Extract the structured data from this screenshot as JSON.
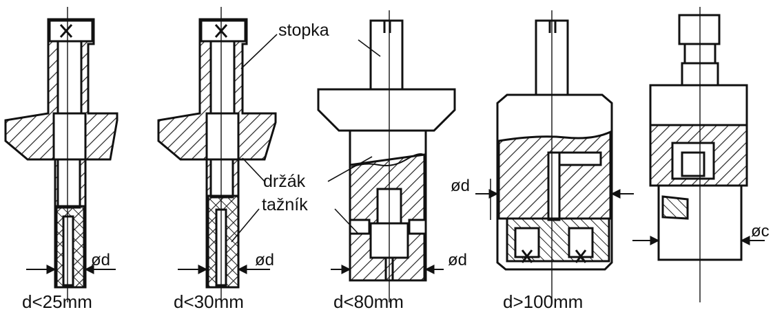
{
  "labels": {
    "stopka": "stopka",
    "drzak": "držák",
    "taznik": "tažník"
  },
  "diameter_symbol": "ød",
  "diameter_symbol_cut": "øc",
  "captions": [
    "d<25mm",
    "d<30mm",
    "d<80mm",
    "d>100mm"
  ],
  "colors": {
    "ink": "#111111",
    "hatch": "#222222",
    "paper": "#ffffff"
  }
}
